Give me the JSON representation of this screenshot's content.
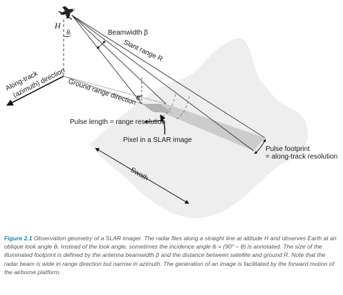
{
  "labels": {
    "H": "H",
    "theta_top": "θᵢ",
    "theta_ground": "θᵢ",
    "beamwidth": "Beamwidth β",
    "slant_range": "Slant range R",
    "along_track_1": "Along-track",
    "along_track_2": "(azimuth) direction",
    "ground_range": "Ground range direction",
    "pulse_length": "Pulse length = range resolution",
    "pixel": "Pixel in a SLAR image",
    "footprint_1": "Pulse footprint",
    "footprint_2": "= along-track resolution",
    "swath": "Swath"
  },
  "colors": {
    "ground": "#eeeeee",
    "footprint": "#cccccc",
    "pixel": "#b3b3b3",
    "caption": "#555555",
    "figure_label": "#1e88a8"
  },
  "caption": {
    "figure_label": "Figure 2.1",
    "text": " Observation geometry of a SLAR imager. The radar flies along a straight line at altitude H and observes Earth at an oblique look angle θᵢ. Instead of the look angle, sometimes the incidence angle θᵢ = (90° – θ) is annotated. The size of the illuminated footprint is defined by the antenna beamwidth β and the distance between satellite and ground R. Note that the radar beam is wide in range direction but narrow in azimuth. The generation of an image is facilitated by the forward motion of the airborne platform."
  }
}
